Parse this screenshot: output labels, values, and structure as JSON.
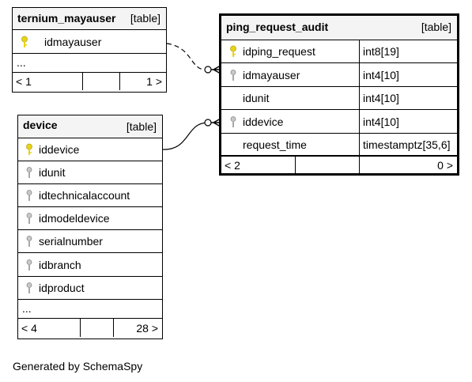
{
  "tables": {
    "ternium_mayauser": {
      "name": "ternium_mayauser",
      "tag": "[table]",
      "columns": [
        {
          "name": "idmayauser",
          "key": "primary"
        }
      ],
      "ellipsis": "...",
      "footer": {
        "left": "< 1",
        "right": "1 >"
      }
    },
    "ping_request_audit": {
      "name": "ping_request_audit",
      "tag": "[table]",
      "columns": [
        {
          "name": "idping_request",
          "type": "int8[19]",
          "key": "primary"
        },
        {
          "name": "idmayauser",
          "type": "int4[10]",
          "key": "foreign"
        },
        {
          "name": "idunit",
          "type": "int4[10]",
          "key": "none"
        },
        {
          "name": "iddevice",
          "type": "int4[10]",
          "key": "foreign"
        },
        {
          "name": "request_time",
          "type": "timestamptz[35,6]",
          "key": "none"
        }
      ],
      "footer": {
        "left": "< 2",
        "right": "0 >"
      }
    },
    "device": {
      "name": "device",
      "tag": "[table]",
      "columns": [
        {
          "name": "iddevice",
          "key": "primary"
        },
        {
          "name": "idunit",
          "key": "foreign"
        },
        {
          "name": "idtechnicalaccount",
          "key": "foreign"
        },
        {
          "name": "idmodeldevice",
          "key": "foreign"
        },
        {
          "name": "serialnumber",
          "key": "foreign"
        },
        {
          "name": "idbranch",
          "key": "foreign"
        },
        {
          "name": "idproduct",
          "key": "foreign"
        }
      ],
      "ellipsis": "...",
      "footer": {
        "left": "< 4",
        "right": "28 >"
      }
    }
  },
  "key_colors": {
    "primary": "#e8d31a",
    "foreign": "#a8a8a8"
  },
  "footer_text": "Generated by SchemaSpy"
}
